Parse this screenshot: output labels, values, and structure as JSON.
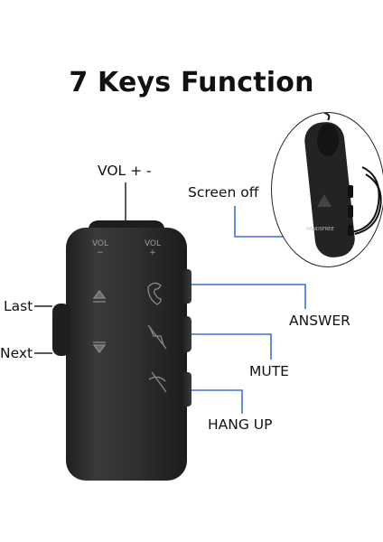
{
  "title": "7 Keys Function",
  "labels": {
    "vol": "VOL + -",
    "screen_off": "Screen off",
    "last": "Last",
    "next": "Next",
    "answer": "ANSWER",
    "mute": "MUTE",
    "hang_up": "HANG UP"
  },
  "device": {
    "vol_minus_text": "VOL",
    "vol_minus_sign": "−",
    "vol_plus_text": "VOL",
    "vol_plus_sign": "+",
    "inset_brand": "HANDSFREE"
  },
  "colors": {
    "body": "#2b2b2b",
    "callout_line": "#3b6fd6"
  }
}
